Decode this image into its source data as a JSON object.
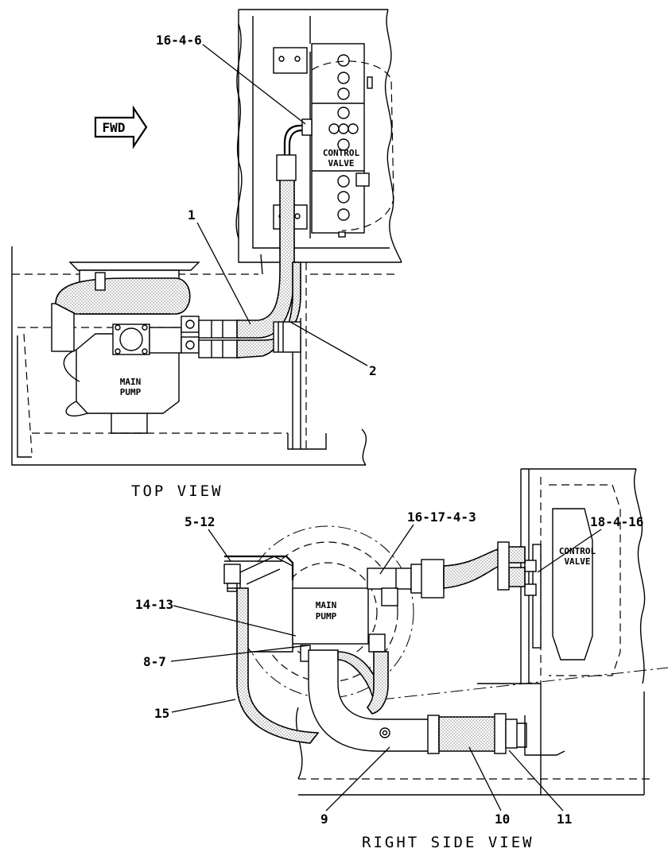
{
  "top_view": {
    "fwd_label": "FWD",
    "control_valve_line1": "CONTROL",
    "control_valve_line2": "VALVE",
    "main_pump_line1": "MAIN",
    "main_pump_line2": "PUMP",
    "callouts": [
      "16-4-6",
      "1",
      "2"
    ],
    "caption": "TOP VIEW"
  },
  "side_view": {
    "control_valve_line1": "CONTROL",
    "control_valve_line2": "VALVE",
    "main_pump_line1": "MAIN",
    "main_pump_line2": "PUMP",
    "callouts": [
      "5-12",
      "16-17-4-3",
      "18-4-16",
      "14-13",
      "8-7",
      "15",
      "9",
      "10",
      "11"
    ],
    "caption": "RIGHT SIDE VIEW"
  }
}
